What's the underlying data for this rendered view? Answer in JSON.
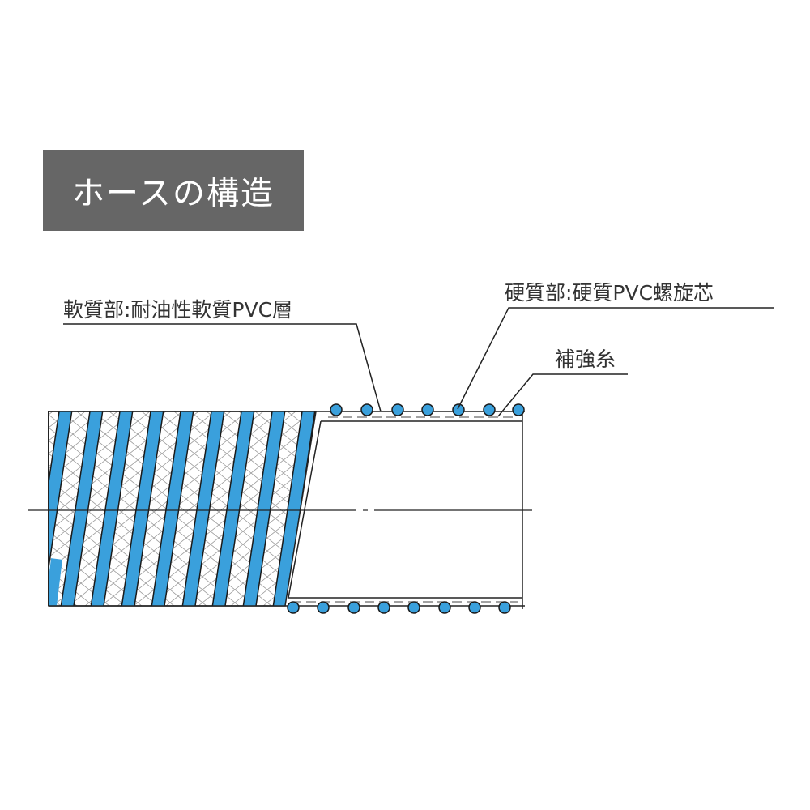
{
  "title": "ホースの構造",
  "labels": {
    "soft_part": "軟質部:耐油性軟質PVC層",
    "hard_part": "硬質部:硬質PVC螺旋芯",
    "reinforcement": "補強糸"
  },
  "colors": {
    "title_bg": "#666666",
    "spiral": "#3aa0dc",
    "outline": "#222222"
  }
}
